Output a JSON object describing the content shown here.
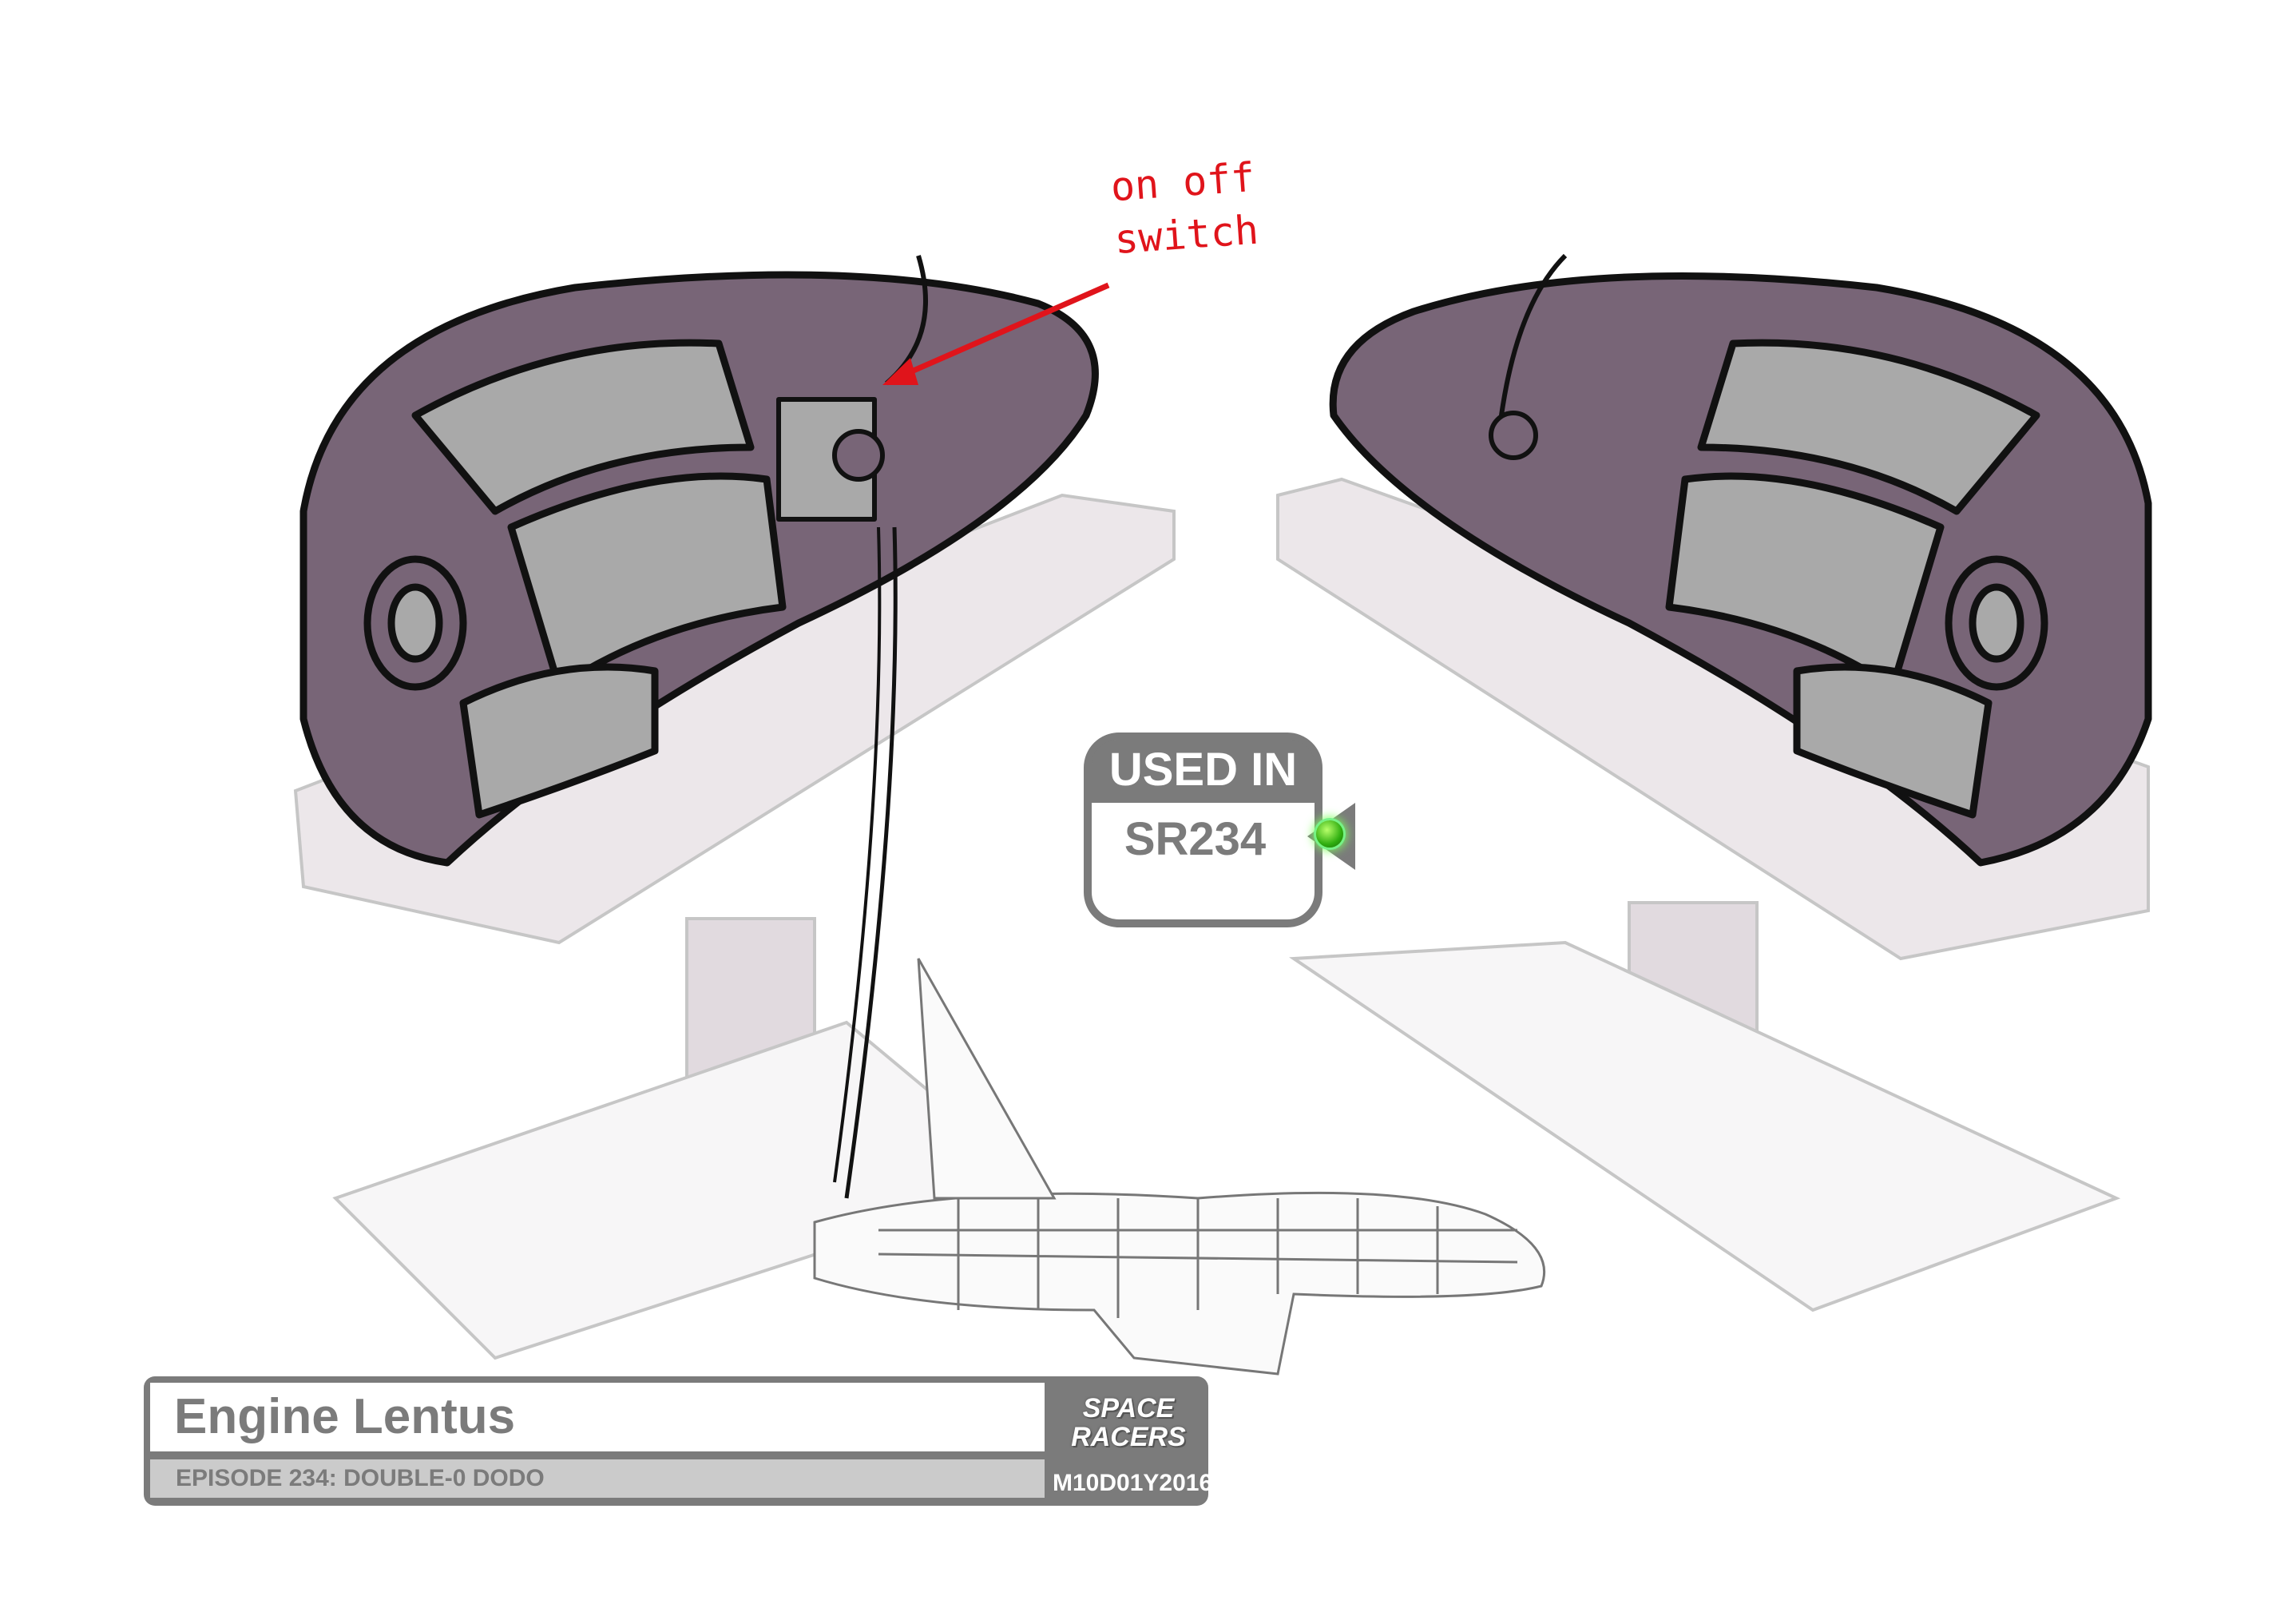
{
  "annotation": {
    "line1": "on off",
    "line2": "switch",
    "color": "#e0141b"
  },
  "badge": {
    "header": "USED IN",
    "value": "SR234",
    "indicator_color": "#3cc41a"
  },
  "title_block": {
    "title": "Engine Lentus",
    "subtitle": "EPISODE 234: DOUBLE-0 DODO",
    "logo_text": "SPACE RACERS",
    "date": "M10D01Y2016"
  },
  "colors": {
    "engine_body": "#786577",
    "panel": "#a9a9a9",
    "frame": "#7b7b7b"
  }
}
